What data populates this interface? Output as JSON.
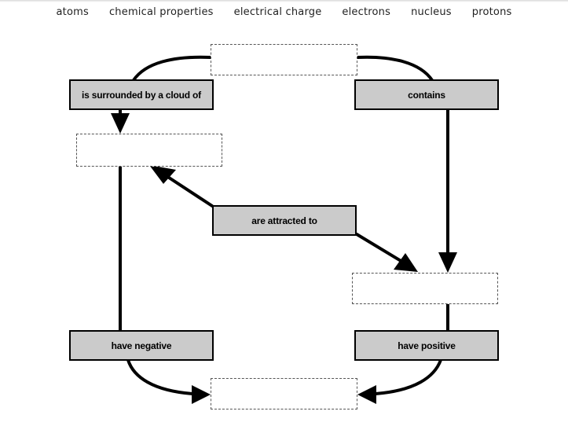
{
  "word_bank": [
    "atoms",
    "chemical properties",
    "electrical charge",
    "electrons",
    "nucleus",
    "protons"
  ],
  "labels": {
    "surrounded": "is surrounded by a cloud of",
    "contains": "contains",
    "attracted": "are attracted to",
    "negative": "have negative",
    "positive": "have positive"
  },
  "drop_targets": [
    "top-blank",
    "left-blank",
    "right-blank",
    "bottom-blank"
  ],
  "colors": {
    "label_fill": "#cbcbcb",
    "line": "#000000",
    "blank_border": "#555555"
  }
}
